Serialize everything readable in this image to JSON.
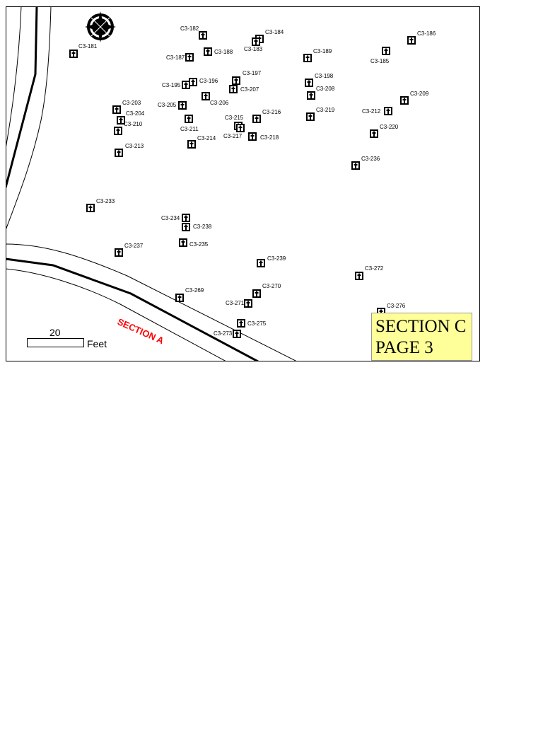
{
  "map": {
    "section_label": "SECTION A",
    "scale_value": "20",
    "scale_unit": "Feet",
    "compass_icon": "compass-rose-icon",
    "grave_icon": "grave-cross-icon",
    "legend": {
      "line1": "SECTION C",
      "line2": "PAGE 3"
    },
    "colors": {
      "section_label": "#ff0000",
      "legend_bg": "#ffff99"
    },
    "graves": [
      "C3-181",
      "C3-182",
      "C3-184",
      "C3-183",
      "C3-186",
      "C3-187",
      "C3-188",
      "C3-189",
      "C3-185",
      "C3-197",
      "C3-196",
      "C3-195",
      "C3-207",
      "C3-198",
      "C3-208",
      "C3-206",
      "C3-205",
      "C3-203",
      "C3-204",
      "C3-210",
      "C3-209",
      "C3-212",
      "C3-216",
      "C3-215",
      "C3-217",
      "C3-218",
      "C3-219",
      "C3-211",
      "C3-214",
      "C3-213",
      "C3-220",
      "C3-236",
      "C3-233",
      "C3-234",
      "C3-238",
      "C3-235",
      "C3-237",
      "C3-239",
      "C3-272",
      "C3-269",
      "C3-270",
      "C3-271",
      "C3-276",
      "C3-275",
      "C3-273"
    ]
  }
}
